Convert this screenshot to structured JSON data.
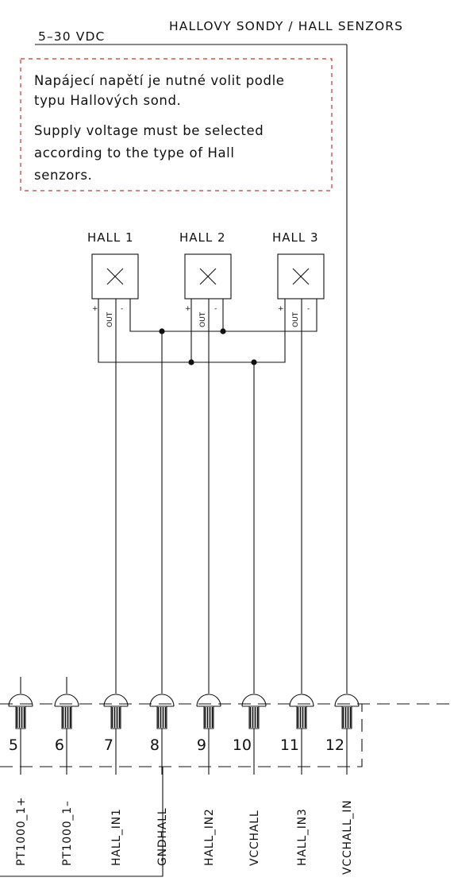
{
  "header": {
    "supply_label": "5–30 VDC",
    "sensors_title": "HALLOVY SONDY / HALL SENZORS"
  },
  "note": {
    "cz_line1": "Napájecí napětí je nutné volit podle",
    "cz_line2": "typu Hallových sond.",
    "en_line1": "Supply voltage must be selected",
    "en_line2": "according to the type of Hall",
    "en_line3": "senzors.",
    "border_color": "#c0392b"
  },
  "sensors": [
    {
      "label": "HALL 1",
      "pin_plus": "+",
      "pin_out": "OUT",
      "pin_minus": "-"
    },
    {
      "label": "HALL 2",
      "pin_plus": "+",
      "pin_out": "OUT",
      "pin_minus": "-"
    },
    {
      "label": "HALL 3",
      "pin_plus": "+",
      "pin_out": "OUT",
      "pin_minus": "-"
    }
  ],
  "terminals": [
    {
      "number": "5",
      "signal": "PT1000_1+"
    },
    {
      "number": "6",
      "signal": "PT1000_1–"
    },
    {
      "number": "7",
      "signal": "HALL_IN1"
    },
    {
      "number": "8",
      "signal": "GNDHALL"
    },
    {
      "number": "9",
      "signal": "HALL_IN2"
    },
    {
      "number": "10",
      "signal": "VCCHALL"
    },
    {
      "number": "11",
      "signal": "HALL_IN3"
    },
    {
      "number": "12",
      "signal": "VCCHALL_IN"
    }
  ]
}
